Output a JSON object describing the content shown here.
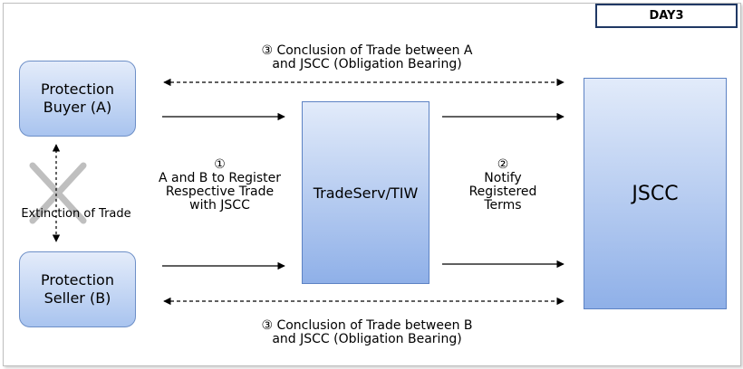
{
  "badge": {
    "day": "DAY3"
  },
  "parties": {
    "buyer": {
      "line1": "Protection",
      "line2": "Buyer (A)"
    },
    "seller": {
      "line1": "Protection",
      "line2": "Seller (B)"
    }
  },
  "systems": {
    "tradeserv": "TradeServ/TIW",
    "jscc": "JSCC"
  },
  "labels": {
    "top_conclusion": {
      "line1": "③ Conclusion of Trade between A",
      "line2": "and JSCC (Obligation Bearing)"
    },
    "bottom_conclusion": {
      "line1": "③ Conclusion of Trade between B",
      "line2": "and JSCC (Obligation Bearing)"
    },
    "step1": {
      "num": "①",
      "line1": "A and B to Register",
      "line2": "Respective Trade",
      "line3": "with JSCC"
    },
    "step2": {
      "num": "②",
      "line1": "Notify",
      "line2": "Registered",
      "line3": "Terms"
    },
    "extinction": "Extinction of Trade"
  },
  "colors": {
    "box_top": "#e4ecfa",
    "box_bottom": "#a9c4ef",
    "box_border": "#6d8fc7",
    "cross": "#bfbfbf",
    "badge_border": "#1f3864"
  }
}
